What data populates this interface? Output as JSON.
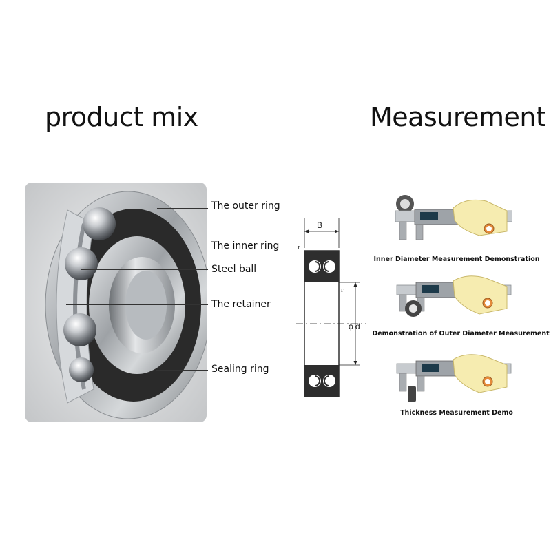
{
  "headings": {
    "left": "product mix",
    "right": "Measurement"
  },
  "parts": [
    {
      "label": "The outer ring"
    },
    {
      "label": "The inner ring"
    },
    {
      "label": "Steel ball"
    },
    {
      "label": "The retainer"
    },
    {
      "label": "Sealing ring"
    }
  ],
  "drawing": {
    "width_label": "B",
    "radius_label_top": "r",
    "radius_label_side": "r",
    "diameter_label": "ϕ d"
  },
  "demos": [
    {
      "caption": "Inner Diameter Measurement Demonstration"
    },
    {
      "caption": "Demonstration of Outer Diameter Measurement"
    },
    {
      "caption": "Thickness Measurement Demo"
    }
  ],
  "colors": {
    "text": "#111111",
    "steel": "#b9bcc0",
    "seal": "#2a2a2a",
    "glove": "#f6ecb0",
    "lcd": "#1d3a4a"
  }
}
